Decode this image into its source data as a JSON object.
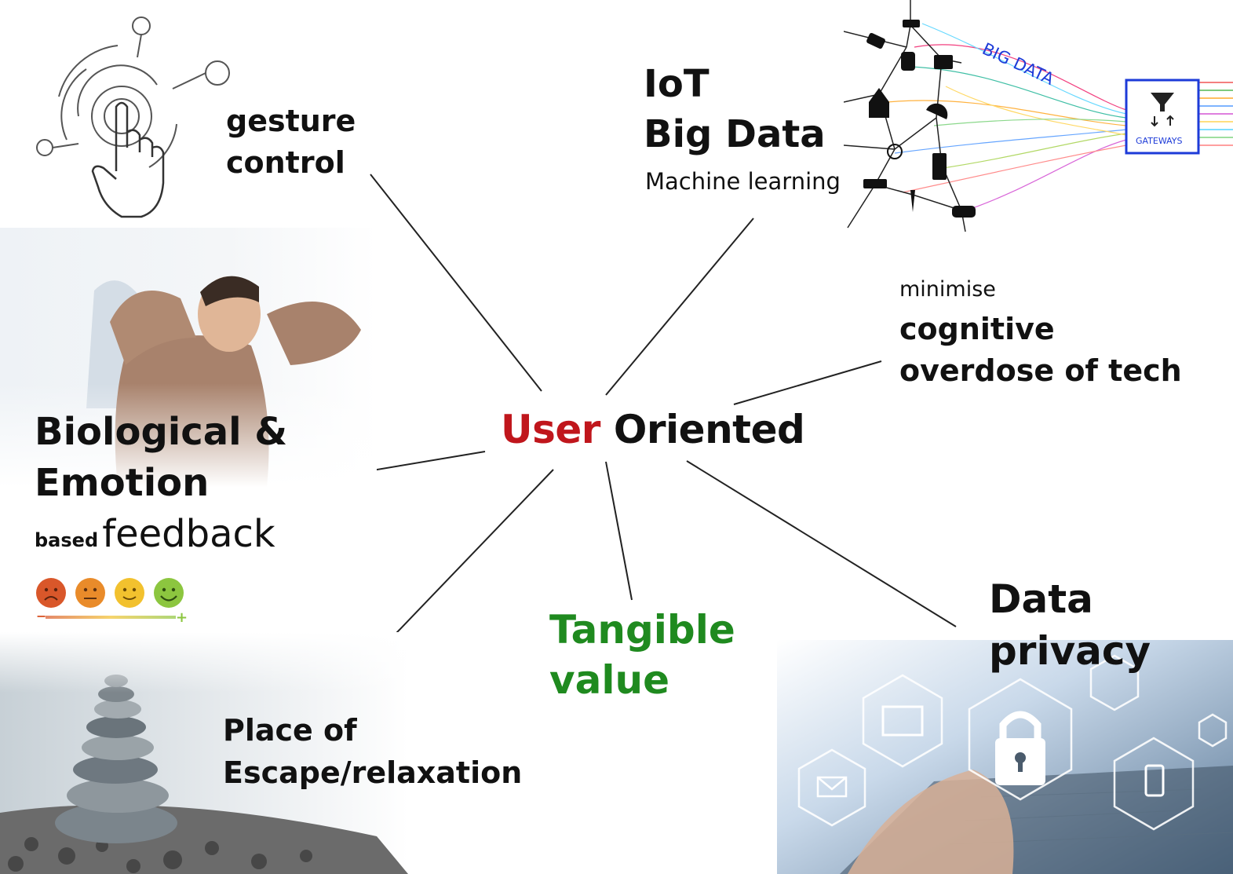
{
  "center": {
    "accent": "User",
    "rest": "Oriented"
  },
  "nodes": {
    "gesture": {
      "line1": "gesture",
      "line2": "control"
    },
    "iot": {
      "line1": "IoT",
      "line2": "Big Data",
      "sub": "Machine learning"
    },
    "cognitive": {
      "pre": "minimise",
      "line1": "cognitive",
      "line2": "overdose of tech"
    },
    "biological": {
      "line1": "Biological &",
      "line2": "Emotion",
      "small": "based",
      "big": "feedback"
    },
    "tangible": {
      "line1": "Tangible",
      "line2": "value"
    },
    "privacy": {
      "line1": "Data",
      "line2": "privacy"
    },
    "escape": {
      "line1": "Place of",
      "line2": "Escape/relaxation"
    }
  },
  "iot_graphic": {
    "tag": "BIG DATA",
    "gateway": "GATEWAYS"
  },
  "emotion_scale": {
    "colors": [
      "#d9572a",
      "#e98b2a",
      "#f2c12e",
      "#8cc63f"
    ],
    "minus": "−",
    "plus": "+"
  },
  "colors": {
    "accent_red": "#c0161c",
    "tangible_green": "#1f8a1f",
    "gateway_blue": "#1d3bd8"
  }
}
